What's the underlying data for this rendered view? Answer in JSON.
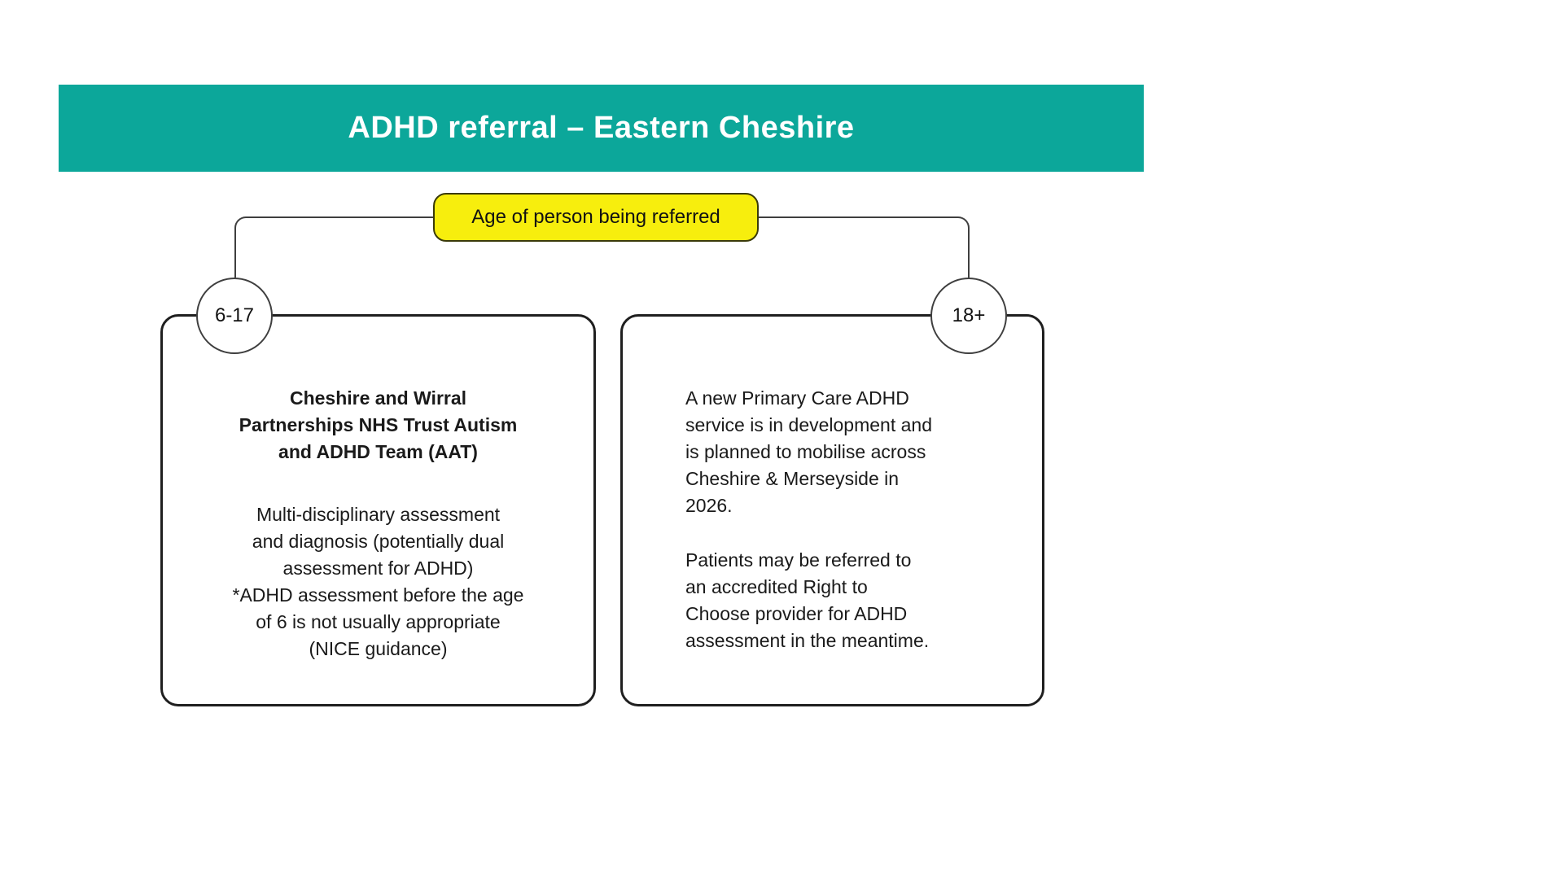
{
  "header": {
    "title": "ADHD referral – Eastern Cheshire"
  },
  "decision": {
    "label": "Age of person being referred"
  },
  "left_branch": {
    "age_label": "6-17",
    "heading": "Cheshire and Wirral\nPartnerships NHS Trust Autism\nand ADHD Team (AAT)",
    "body": "Multi-disciplinary assessment\nand diagnosis (potentially dual\nassessment for ADHD)\n*ADHD assessment before the age\nof 6 is not usually appropriate\n(NICE guidance)"
  },
  "right_branch": {
    "age_label": "18+",
    "paragraph_1": "A new Primary Care ADHD\nservice is in development and\nis planned to mobilise across\nCheshire & Merseyside in\n2026.",
    "paragraph_2": "Patients may be referred to\nan accredited Right to\nChoose provider for ADHD\nassessment in the meantime."
  },
  "colors": {
    "header_teal": "#0ca79a",
    "decision_yellow": "#f7ee0d",
    "line": "#3f3f3f",
    "box_border": "#1f1f1f",
    "text": "#1a1a1a",
    "title_text": "#ffffff"
  }
}
